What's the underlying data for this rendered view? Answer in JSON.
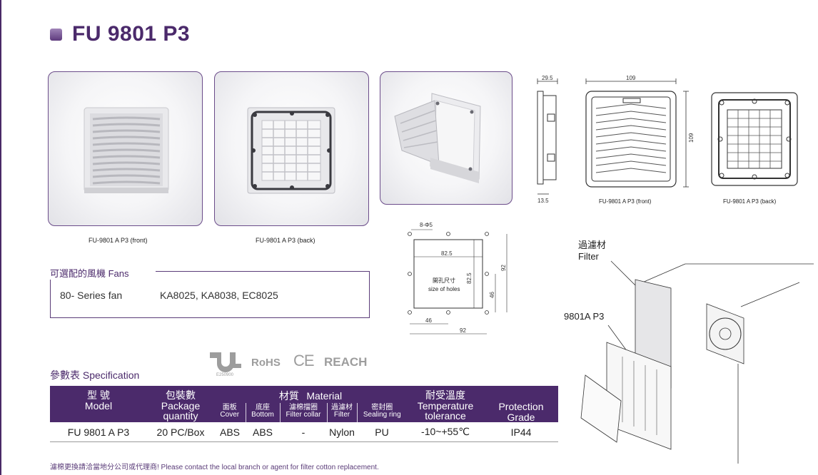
{
  "title": "FU 9801 P3",
  "photos": {
    "front_caption": "FU-9801 A P3 (front)",
    "back_caption": "FU-9801 A P3 (back)"
  },
  "drawings": {
    "side_depth": "29.5",
    "side_bottom": "13.5",
    "front_width": "109",
    "front_height": "109",
    "front_caption": "FU-9801 A P3 (front)",
    "back_caption": "FU-9801 A P3 (back)"
  },
  "holes": {
    "screw_label": "8-Φ5",
    "inner_width": "82.5",
    "inner_height": "82.5",
    "outer_width": "92",
    "outer_height": "92",
    "half_width": "46",
    "half_height": "46",
    "center_text_cn": "開孔尺寸",
    "center_text_en": "size of holes"
  },
  "exploded": {
    "filter_cn": "過濾材",
    "filter_en": "Filter",
    "model_label": "9801A P3"
  },
  "fans": {
    "title": "可選配的風機  Fans",
    "series": "80- Series fan",
    "models": "KA8025, KA8038, EC8025"
  },
  "certifications": {
    "ul_code": "E250900",
    "rohs": "RoHS",
    "ce": "CE",
    "reach": "REACH"
  },
  "spec": {
    "title": "參數表 Specification",
    "headers": {
      "model_cn": "型  號",
      "model_en": "Model",
      "package_cn": "包裝數",
      "package_en1": "Package",
      "package_en2": "quantity",
      "material_cn": "材質",
      "material_en": "Material",
      "cover_cn": "面板",
      "cover_en": "Cover",
      "bottom_cn": "底座",
      "bottom_en": "Bottom",
      "collar_cn": "濾棉擋圈",
      "collar_en": "Filter collar",
      "filter_cn": "過濾材",
      "filter_en": "Filter",
      "seal_cn": "密封圈",
      "seal_en": "Sealing ring",
      "temp_cn": "耐受溫度",
      "temp_en1": "Temperature",
      "temp_en2": "tolerance",
      "grade_en1": "Protection",
      "grade_en2": "Grade"
    },
    "row": {
      "model": "FU 9801  A  P3",
      "package": "20 PC/Box",
      "cover": "ABS",
      "bottom": "ABS",
      "collar": "-",
      "filter": "Nylon",
      "seal": "PU",
      "temp": "-10~+55℃",
      "grade": "IP44"
    }
  },
  "note": "濾棉更換請洽當地分公司或代理商!  Please contact the local branch or agent for filter cotton replacement.",
  "colors": {
    "brand": "#4b2a6b",
    "table_header": "#4b2a6b",
    "cert_gray": "#9d9d9d"
  }
}
